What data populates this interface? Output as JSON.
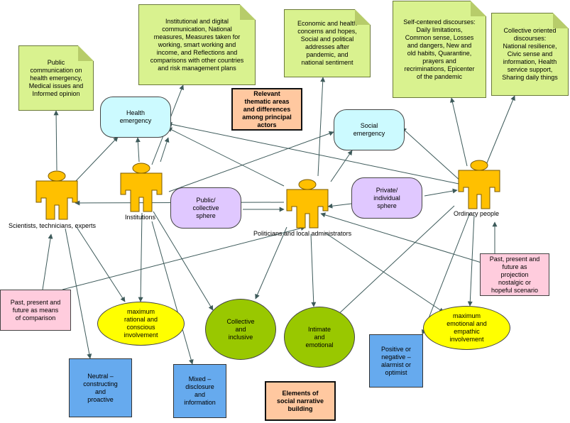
{
  "actors": {
    "scientists": "Scientists, technicians, experts",
    "institutions": "Institutions",
    "politicians": "Politicians and local administrators",
    "ordinary": "Ordinary people"
  },
  "notes": {
    "scientists": "Public\ncommunication on\nhealth emergency,\nMedical issues and\nInformed opinion",
    "institutions": "Institutional and digital\ncommunication, National\nmeasures, Measures taken for\nworking, smart working and\nincome, and Reflections and\ncomparisons with other countries\nand risk management plans",
    "politicians": "Economic and health\nconcerns and hopes,\nSocial and political\naddresses after\npandemic, and\nnational sentiment",
    "self_centered": "Self-centered discourses:\nDaily limitations,\nCommon sense, Losses\nand dangers, New and\nold habits, Quarantine,\nprayers and\nrecriminations, Epicenter\nof the pandemic",
    "collective": "Collective oriented\ndiscourses:\nNational resilience,\nCivic sense and\ninformation, Health\nservice support,\nSharing daily things"
  },
  "areas": {
    "health_emergency": "Health\nemergency",
    "social_emergency": "Social\nemergency",
    "public_sphere": "Public/\ncollective\nsphere",
    "private_sphere": "Private/\nindividual\nsphere"
  },
  "headings": {
    "thematic": "Relevant\nthematic areas\nand differences\namong principal\nactors",
    "narrative": "Elements of\nsocial narrative\nbuilding"
  },
  "time": {
    "comparison": "Past, present and\nfuture as means\nof comparison",
    "projection": "Past, present and\nfuture as\nprojection\nnostalgic or\nhopeful scenario"
  },
  "involvement": {
    "rational": "maximum\nrational and\nconscious\ninvolvement",
    "emotional": "maximum\nemotional and\nempathic\ninvolvement"
  },
  "dimensions": {
    "collective_inclusive": "Collective\nand\ninclusive",
    "intimate_emotional": "Intimate\nand\nemotional"
  },
  "tones": {
    "neutral": "Neutral –\nconstructing\nand\nproactive",
    "mixed": "Mixed –\ndisclosure\nand\ninformation",
    "positive_negative": "Positive or\nnegative –\nalarmist or\noptimist"
  },
  "colors": {
    "note_fill": "#d9f28f",
    "actor_fill": "#ffc000",
    "area_blue": "#ccfaff",
    "area_purple": "#e0c8ff",
    "involvement_yellow": "#ffff00",
    "dimension_green": "#99c800",
    "time_pink": "#ffccdd",
    "tone_blue": "#66aaee",
    "heading_orange": "#ffc8a0",
    "arrow": "#3d5a5a"
  }
}
